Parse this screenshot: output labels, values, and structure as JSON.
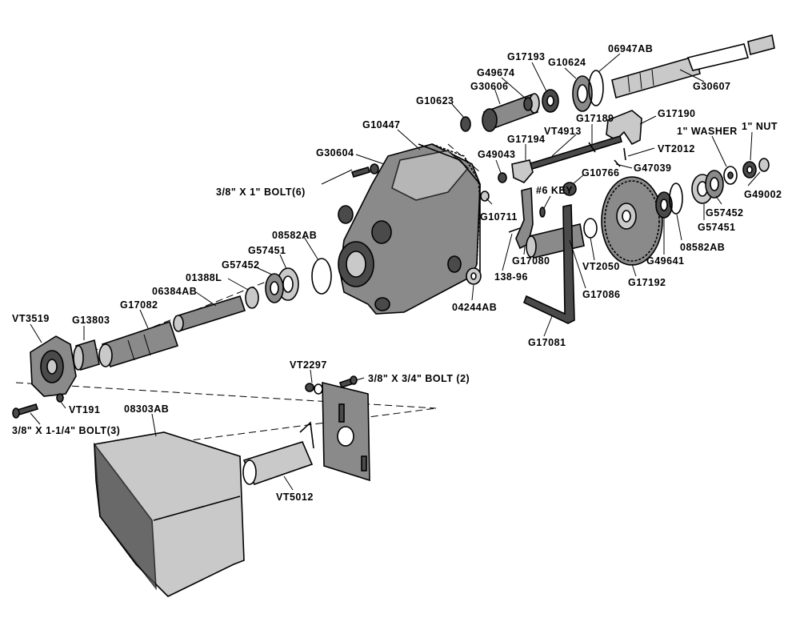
{
  "labels": {
    "l_06947AB": "06947AB",
    "l_G17193": "G17193",
    "l_G10624": "G10624",
    "l_G49674": "G49674",
    "l_G30606": "G30606",
    "l_G30607": "G30607",
    "l_G10623": "G10623",
    "l_G17190": "G17190",
    "l_G17189": "G17189",
    "l_VT4913": "VT4913",
    "l_G10447": "G10447",
    "l_G17194": "G17194",
    "l_VT2012": "VT2012",
    "l_1washer": "1\" WASHER",
    "l_1nut": "1\" NUT",
    "l_G30604": "G30604",
    "l_G49043": "G49043",
    "l_G47039": "G47039",
    "l_6key": "#6 KEY",
    "l_G10766": "G10766",
    "l_bolt6": "3/8\" X 1\" BOLT(6)",
    "l_G49002": "G49002",
    "l_G57452b": "G57452",
    "l_G10711": "G10711",
    "l_G57451b": "G57451",
    "l_08582ABtop": "08582AB",
    "l_08582ABr": "08582AB",
    "l_G57451": "G57451",
    "l_G57452": "G57452",
    "l_G49641": "G49641",
    "l_01388L": "01388L",
    "l_G17080": "G17080",
    "l_VT2050": "VT2050",
    "l_138_96": "138-96",
    "l_G17192": "G17192",
    "l_06384AB": "06384AB",
    "l_G17086": "G17086",
    "l_04244AB": "04244AB",
    "l_G17082": "G17082",
    "l_VT3519": "VT3519",
    "l_G13803": "G13803",
    "l_G17081": "G17081",
    "l_VT2297": "VT2297",
    "l_bolt2": "3/8\" X 3/4\" BOLT (2)",
    "l_VT191": "VT191",
    "l_08303AB": "08303AB",
    "l_bolt3": "3/8\" X 1-1/4\" BOLT(3)",
    "l_VT5012": "VT5012"
  }
}
